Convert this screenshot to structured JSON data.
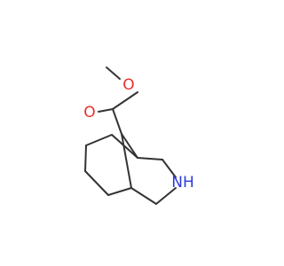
{
  "molecule": {
    "atoms": [
      {
        "id": "O_methoxy",
        "label": "O",
        "color": "#e8302d"
      },
      {
        "id": "O_carbonyl",
        "label": "O",
        "color": "#e8302d"
      },
      {
        "id": "N_ring",
        "label": "NH",
        "color": "#2b3bd6"
      }
    ],
    "bond_color": "#333333"
  }
}
